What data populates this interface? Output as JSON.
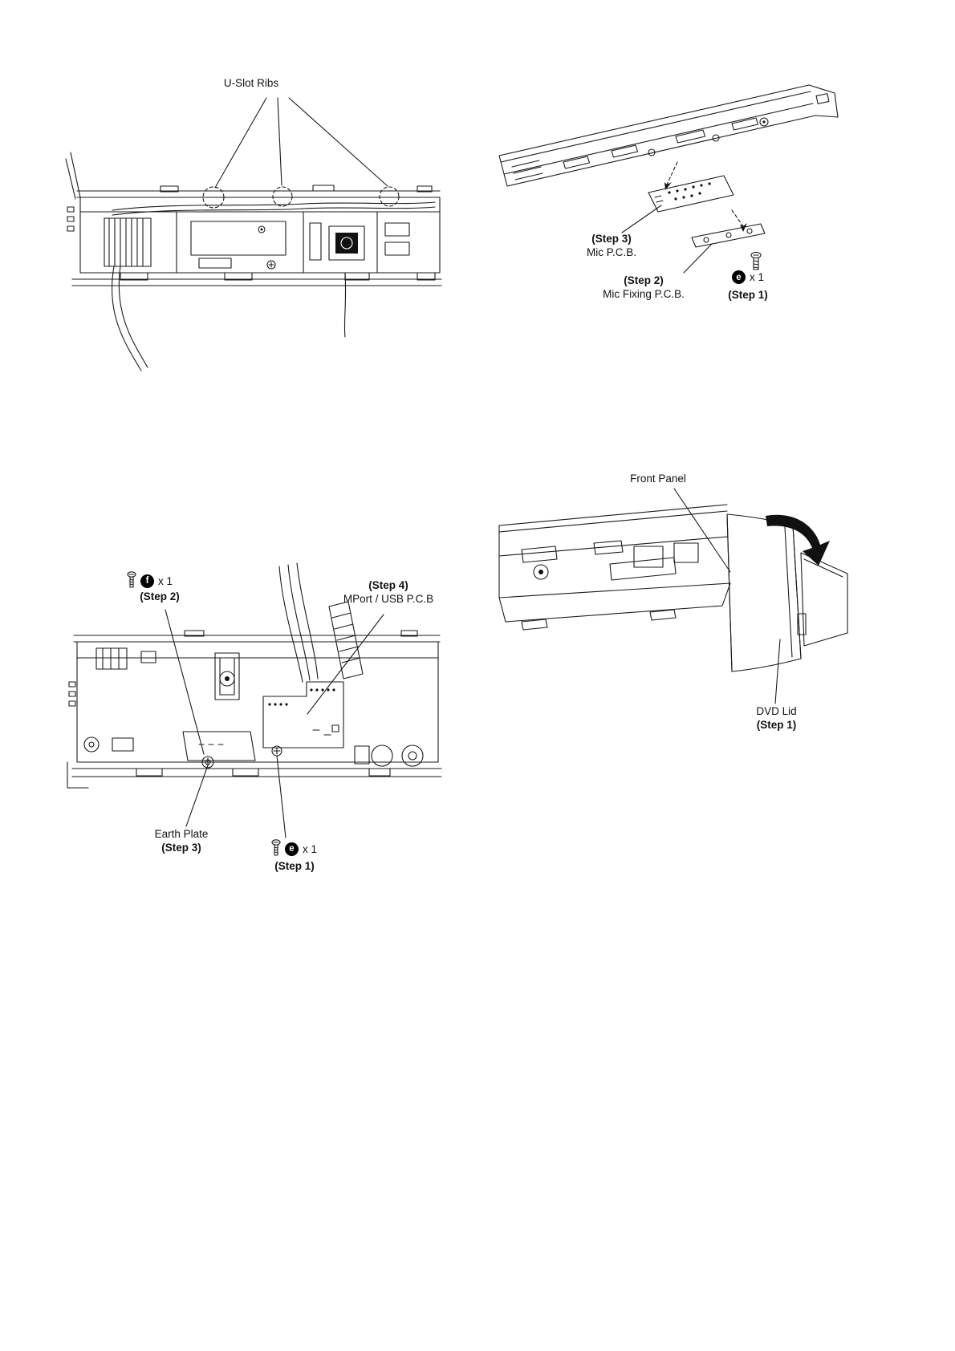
{
  "figures": {
    "u_slot": {
      "label": "U-Slot Ribs"
    },
    "mic": {
      "step3": "(Step 3)",
      "part3": "Mic P.C.B.",
      "step2": "(Step 2)",
      "part2": "Mic Fixing P.C.B.",
      "screw_letter": "e",
      "screw_qty": "x 1",
      "step1": "(Step 1)"
    },
    "mport": {
      "screw_f_letter": "f",
      "screw_f_qty": "x 1",
      "step2": "(Step 2)",
      "step4": "(Step 4)",
      "part4": "MPort / USB P.C.B",
      "earth": "Earth Plate",
      "step3": "(Step 3)",
      "screw_e_letter": "e",
      "screw_e_qty": "x 1",
      "step1": "(Step 1)"
    },
    "panel": {
      "front_panel": "Front Panel",
      "dvd_lid": "DVD Lid",
      "step1": "(Step 1)"
    }
  }
}
